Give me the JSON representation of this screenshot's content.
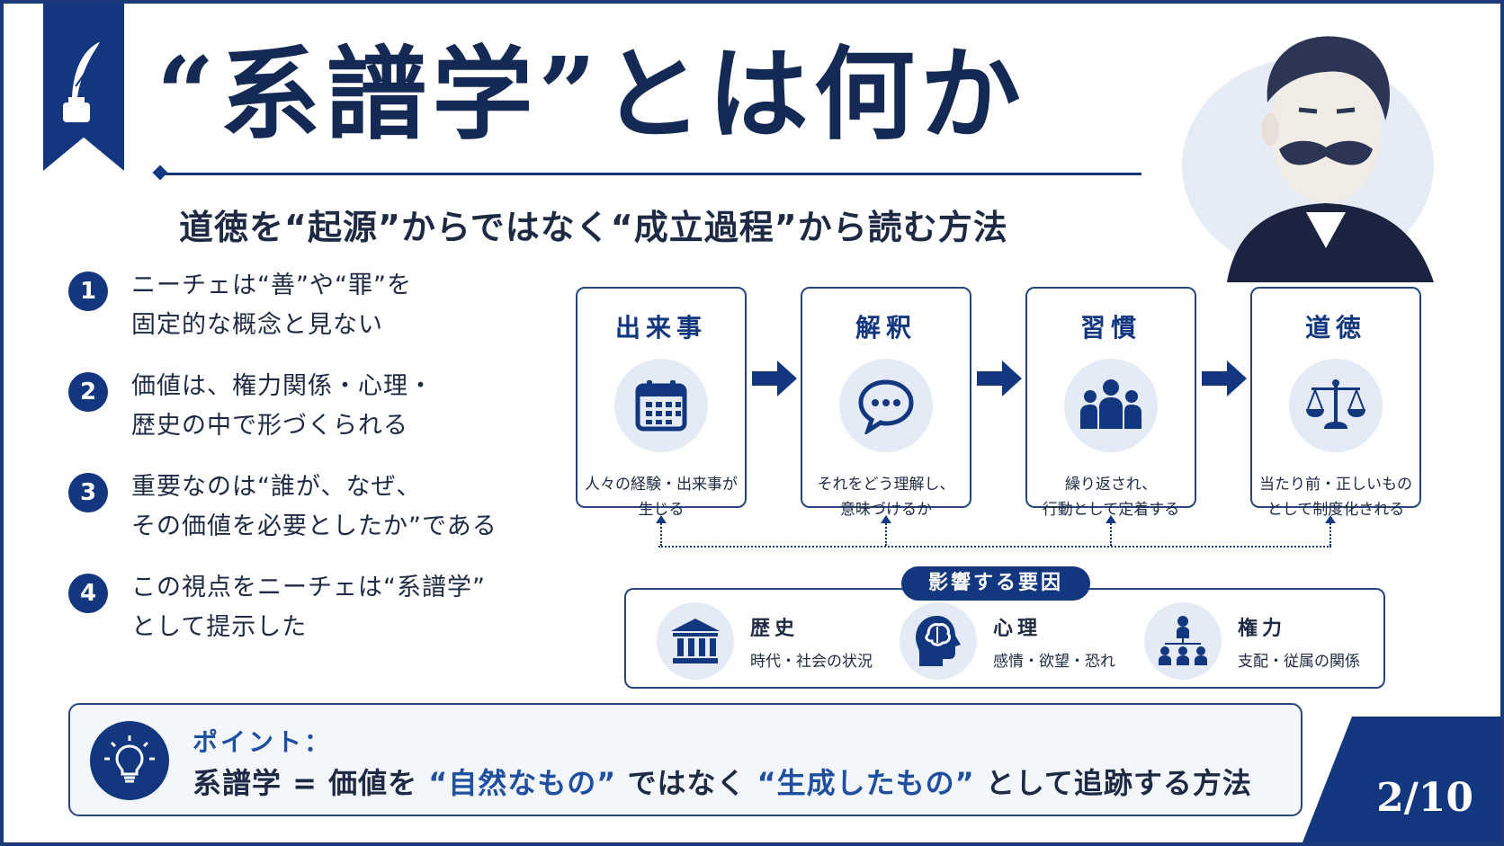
{
  "header": {
    "title": "“系譜学”とは何か",
    "subtitle": "道徳を“起源”からではなく“成立過程”から読む方法"
  },
  "points": [
    {
      "num": "1",
      "line1": "ニーチェは“善”や“罪”を",
      "line2": "固定的な概念と見ない"
    },
    {
      "num": "2",
      "line1": "価値は、権力関係・心理・",
      "line2": "歴史の中で形づくられる"
    },
    {
      "num": "3",
      "line1": "重要なのは“誰が、なぜ、",
      "line2": "その価値を必要としたか”である"
    },
    {
      "num": "4",
      "line1": "この視点をニーチェは“系譜学”",
      "line2": "として提示した"
    }
  ],
  "steps": [
    {
      "title": "出来事",
      "icon": "calendar-icon",
      "desc1": "人々の経験・出来事が",
      "desc2": "生じる"
    },
    {
      "title": "解釈",
      "icon": "speech-bubble-icon",
      "desc1": "それをどう理解し、",
      "desc2": "意味づけるか"
    },
    {
      "title": "習慣",
      "icon": "people-group-icon",
      "desc1": "繰り返され、",
      "desc2": "行動として定着する"
    },
    {
      "title": "道徳",
      "icon": "scales-icon",
      "desc1": "当たり前・正しいもの",
      "desc2": "として制度化される"
    }
  ],
  "factors": {
    "label": "影響する要因",
    "items": [
      {
        "name": "歴史",
        "sub": "時代・社会の状況",
        "icon": "institution-icon"
      },
      {
        "name": "心理",
        "sub": "感情・欲望・恐れ",
        "icon": "head-brain-icon"
      },
      {
        "name": "権力",
        "sub": "支配・従属の関係",
        "icon": "hierarchy-icon"
      }
    ]
  },
  "note": {
    "label": "ポイント：",
    "text_pre": "系譜学 = 価値を",
    "text_hl1": "“自然なもの”",
    "text_mid": "ではなく",
    "text_hl2": "“生成したもの”",
    "text_post": "として追跡する方法"
  },
  "page": {
    "number": "2/10"
  },
  "colors": {
    "primary": "#12377f",
    "accent": "#1e4fa0",
    "icon_bg": "#e4ebf6"
  }
}
